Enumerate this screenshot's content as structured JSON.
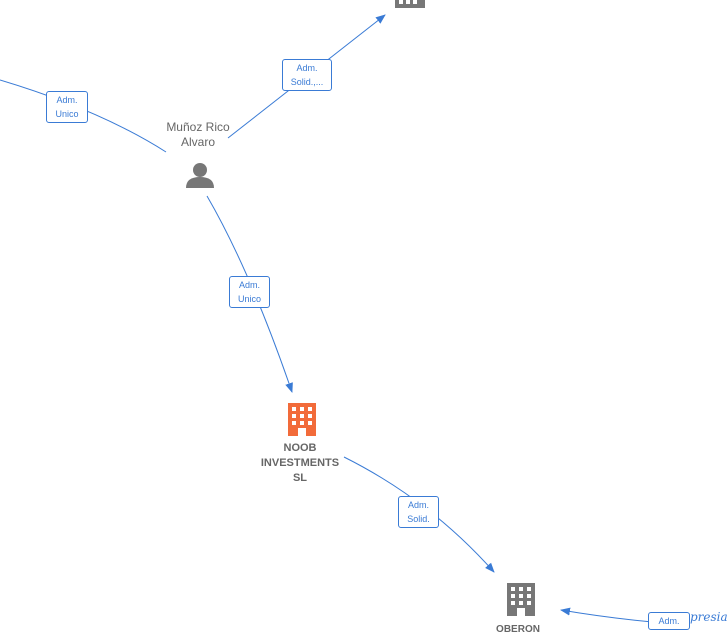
{
  "nodes": {
    "person": {
      "name_line1": "Muñoz Rico",
      "name_line2": "Alvaro"
    },
    "company_main": {
      "name_line1": "NOOB",
      "name_line2": "INVESTMENTS",
      "name_line3": "SL"
    },
    "company_bottom": {
      "name_line1": "OBERON"
    }
  },
  "edges": {
    "left": {
      "line1": "Adm.",
      "line2": "Unico"
    },
    "top_right": {
      "line1": "Adm.",
      "line2": "Solid.,..."
    },
    "person_to_noob": {
      "line1": "Adm.",
      "line2": "Unico"
    },
    "noob_to_oberon": {
      "line1": "Adm.",
      "line2": "Solid."
    },
    "bottom_right": {
      "line1": "Adm."
    }
  },
  "watermark": "presia",
  "colors": {
    "edge": "#3a7bd5",
    "highlight_company": "#f26b3a",
    "node_gray": "#777777"
  }
}
